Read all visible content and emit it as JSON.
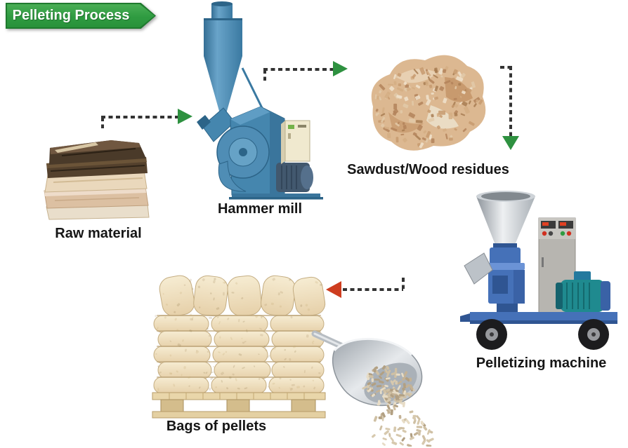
{
  "banner": {
    "label": "Pelleting Process"
  },
  "stages": [
    {
      "id": "raw-material",
      "label": "Raw material"
    },
    {
      "id": "hammer-mill",
      "label": "Hammer mill"
    },
    {
      "id": "sawdust",
      "label": "Sawdust/Wood residues"
    },
    {
      "id": "pelletizing-machine",
      "label": "Pelletizing machine"
    },
    {
      "id": "bags-of-pellets",
      "label": "Bags of pellets"
    }
  ],
  "flow": [
    "Raw material -> Hammer mill",
    "Hammer mill -> Sawdust/Wood residues",
    "Sawdust/Wood residues -> Pelletizing machine",
    "Pelletizing machine -> Bags of pellets"
  ],
  "colors": {
    "banner_green": "#2f9b41",
    "banner_green_dark": "#1f7a2e",
    "arrow_green": "#2e9140",
    "arrow_red": "#ce3d1f",
    "dash_gray": "#333333",
    "label_black": "#161616",
    "mill_blue": "#4586ae",
    "mill_blue_dark": "#2c6488",
    "mill_blue_light": "#5f9dc4",
    "pellet_blue": "#4571b8",
    "pellet_blue_dark": "#2f5592",
    "motor_teal": "#1f8a8f",
    "cabinet_gray": "#b7b5b0",
    "cream_panel": "#f0e9cf",
    "silver": "#c9ced3",
    "bag_cream": "#ecd9b7",
    "wood_bark": "#54412d",
    "wood_light": "#ead8bc",
    "sawdust_tan": "#dcb891"
  }
}
